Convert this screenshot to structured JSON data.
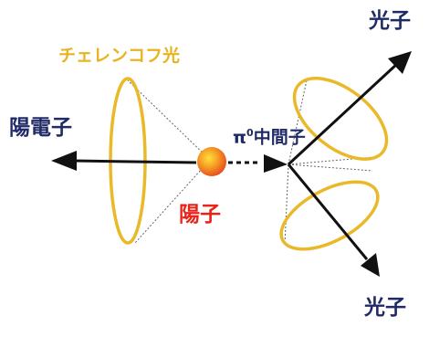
{
  "labels": {
    "cherenkov_light": "チェレンコフ光",
    "positron": "陽電子",
    "proton": "陽子",
    "pion_symbol": "π",
    "pion_superscript": "0",
    "pion_name": "中間子",
    "photon_top": "光子",
    "photon_bottom": "光子"
  },
  "colors": {
    "arrow": "#111111",
    "ring": "#eab92a",
    "cone_line": "#666666",
    "proton_core": "#f7a326",
    "proton_edge": "#e84a1c",
    "label_navy": "#1f2a66",
    "label_yellow": "#e8b41e",
    "label_red": "#e8231a"
  },
  "icons": [
    "cherenkov-ring",
    "proton-sphere",
    "arrow-head"
  ]
}
